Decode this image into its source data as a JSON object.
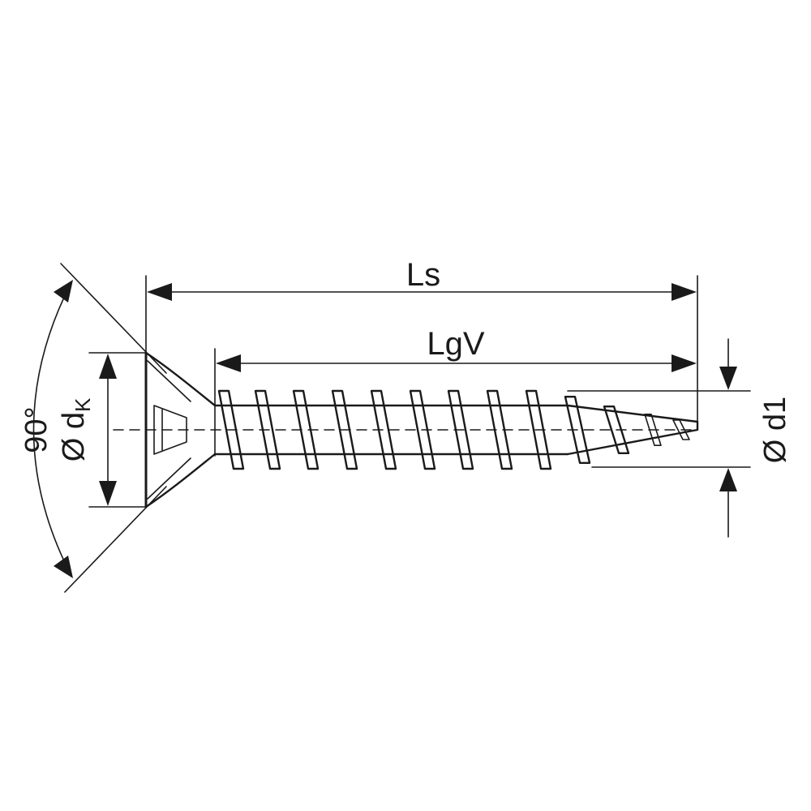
{
  "labels": {
    "overall_length": "Ls",
    "thread_length": "LgV",
    "head_diameter_symbol": "Ø d",
    "head_diameter_subscript": "K",
    "head_angle": "90°",
    "thread_diameter": "Ø d1"
  },
  "colors": {
    "line": "#1a1a1a",
    "background": "#ffffff"
  }
}
